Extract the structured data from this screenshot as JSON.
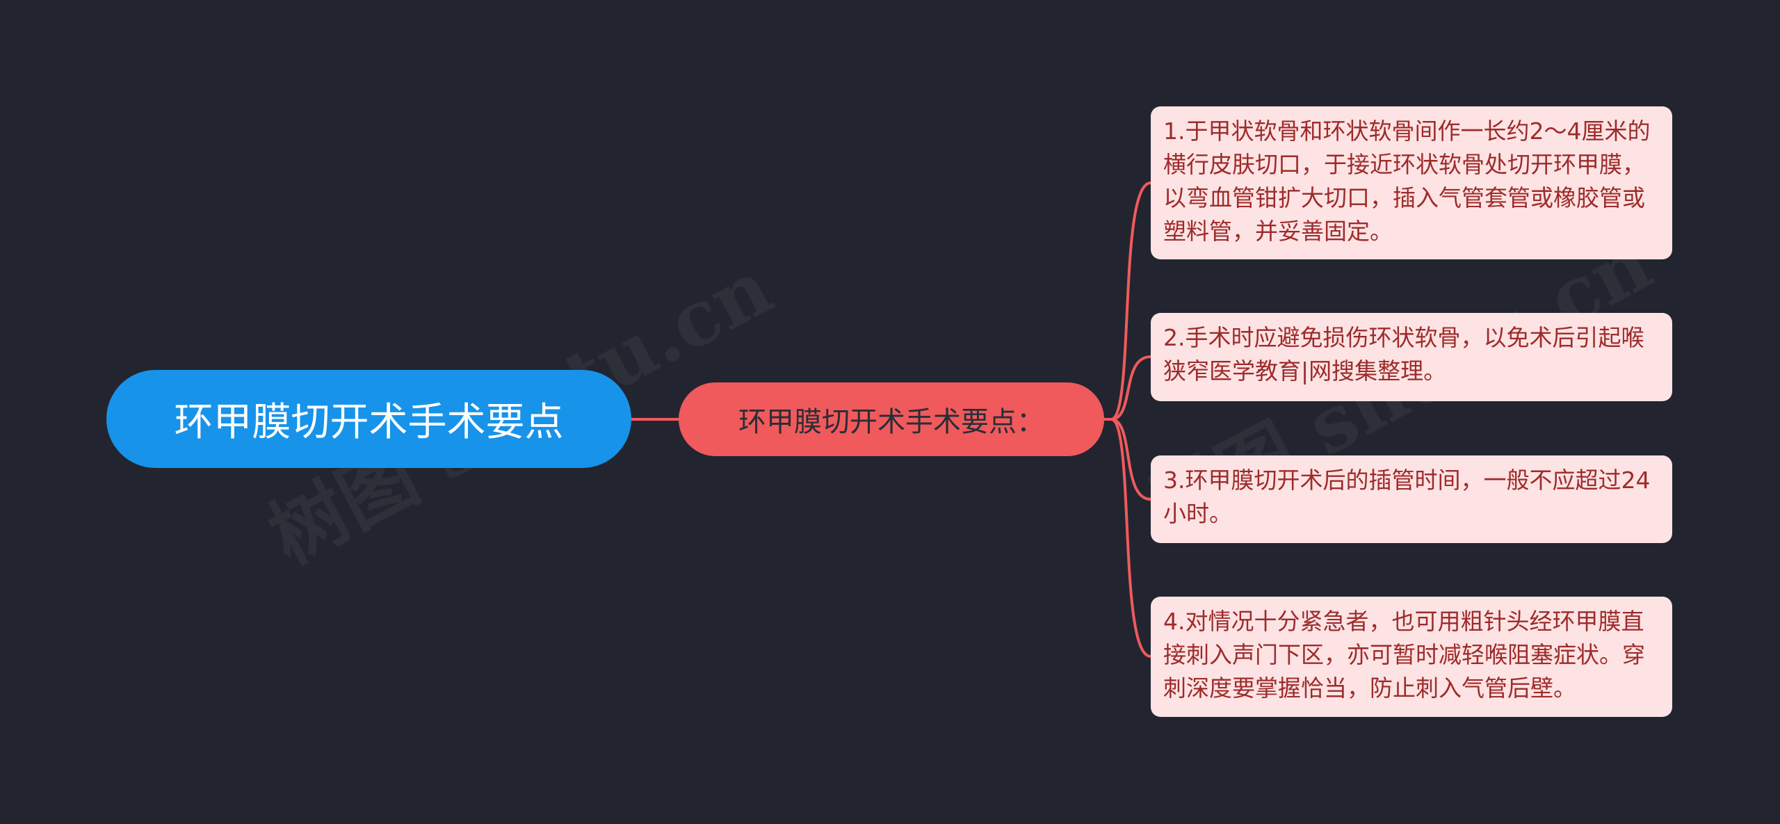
{
  "colors": {
    "background": "#22252f",
    "root_fill": "#1793ea",
    "mid_fill": "#f05a5c",
    "leaf_fill": "#fde3e3",
    "leaf_text": "#9e2b2b",
    "connector": "#f05a5c"
  },
  "watermark": "树图 shutu.cn",
  "mindmap": {
    "root": "环甲膜切开术手术要点",
    "branch": "环甲膜切开术手术要点：",
    "leaves": [
      "1.于甲状软骨和环状软骨间作一长约2～4厘米的横行皮肤切口，于接近环状软骨处切开环甲膜，以弯血管钳扩大切口，插入气管套管或橡胶管或塑料管，并妥善固定。",
      "2.手术时应避免损伤环状软骨，以免术后引起喉狭窄医学教育|网搜集整理。",
      "3.环甲膜切开术后的插管时间，一般不应超过24小时。",
      "4.对情况十分紧急者，也可用粗针头经环甲膜直接刺入声门下区，亦可暂时减轻喉阻塞症状。穿刺深度要掌握恰当，防止刺入气管后壁。"
    ]
  }
}
